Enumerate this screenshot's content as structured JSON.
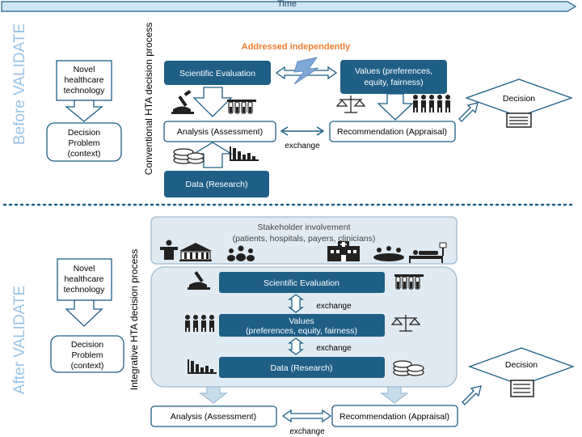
{
  "time_label": "Time",
  "before": {
    "side_label": "Before VALIDATE",
    "process_label": "Conventional HTA decision process",
    "novel_tech": [
      "Novel",
      "healthcare",
      "technology"
    ],
    "decision_problem": [
      "Decision",
      "Problem",
      "(context)"
    ],
    "addressed": "Addressed independently",
    "scientific_evaluation": "Scientific Evaluation",
    "values": [
      "Values (preferences,",
      "equity, fairness)"
    ],
    "analysis": "Analysis (Assessment)",
    "recommendation": "Recommendation (Appraisal)",
    "exchange": "exchange",
    "data": "Data (Research)",
    "decision": "Decision"
  },
  "after": {
    "side_label": "After VALIDATE",
    "process_label": "Integrative HTA decision process",
    "stakeholder": [
      "Stakeholder involvement",
      "(patients, hospitals, payers, clinicians)"
    ],
    "novel_tech": [
      "Novel",
      "healthcare",
      "technology"
    ],
    "decision_problem": [
      "Decision",
      "Problem",
      "(context)"
    ],
    "scientific_evaluation": "Scientific Evaluation",
    "exchange_1": "exchange",
    "values": [
      "Values",
      "(preferences, equity, fairness)"
    ],
    "exchange_2": "exchange",
    "data": "Data (Research)",
    "analysis": "Analysis (Assessment)",
    "recommendation": "Recommendation (Appraisal)",
    "exchange_3": "exchange",
    "decision": "Decision"
  },
  "colors": {
    "dark_blue": "#1f5f86",
    "time_arrow": "#cfe6f5",
    "light_panel": "#dfeaf2",
    "side_label": "#9dc3e6",
    "orange": "#ed7d31"
  }
}
